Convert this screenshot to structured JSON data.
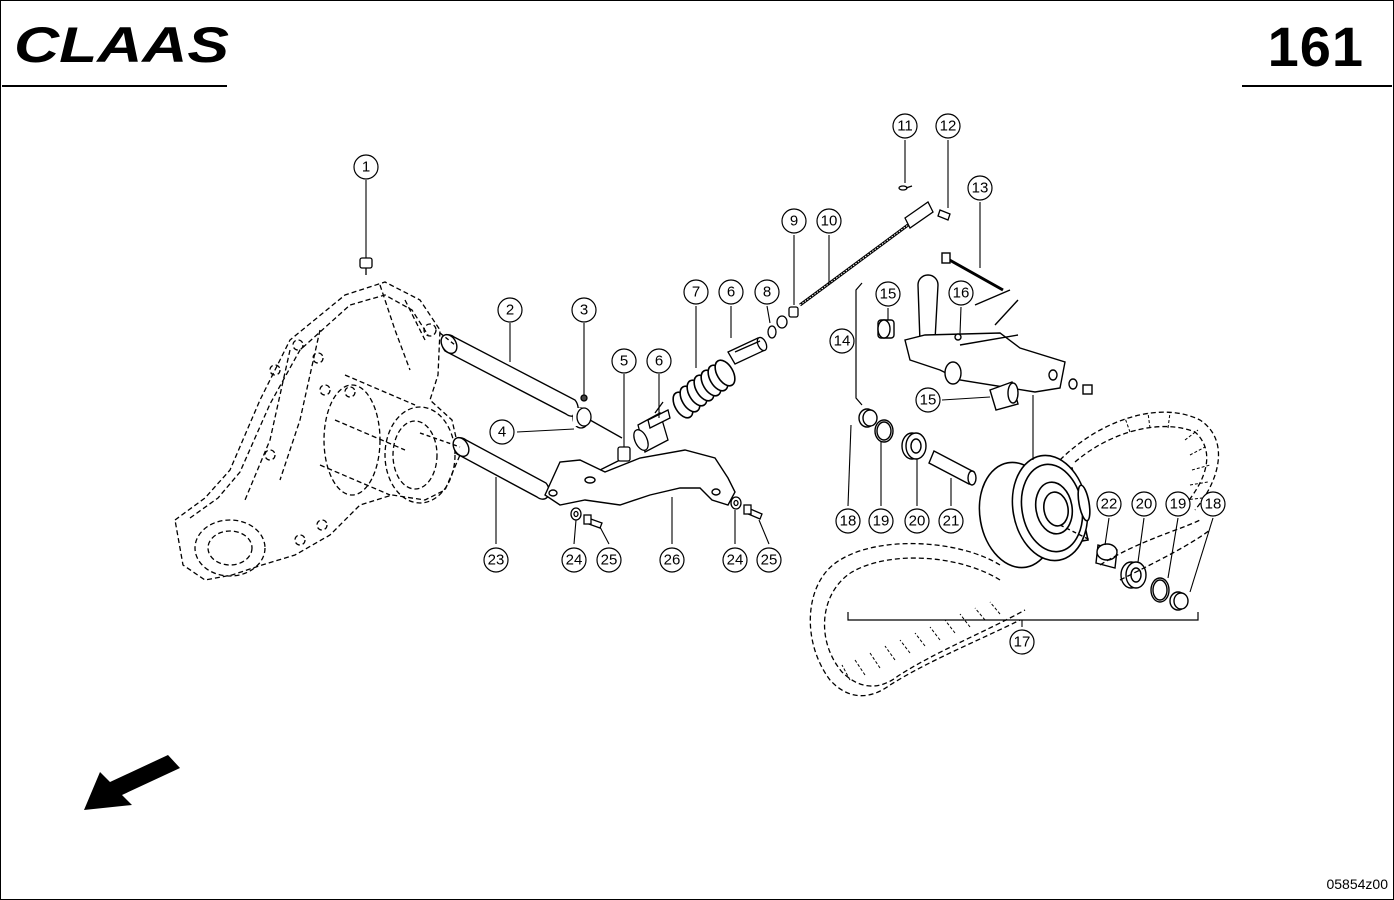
{
  "header": {
    "brand": "CLAAS",
    "page_number": "161"
  },
  "footer": {
    "drawing_code": "05854z00"
  },
  "icons": {
    "direction_arrow": "arrow-down-left-icon",
    "logo": "claas-logo-icon"
  },
  "callouts": [
    {
      "label": "1"
    },
    {
      "label": "2"
    },
    {
      "label": "3"
    },
    {
      "label": "4"
    },
    {
      "label": "5"
    },
    {
      "label": "6"
    },
    {
      "label": "6"
    },
    {
      "label": "7"
    },
    {
      "label": "8"
    },
    {
      "label": "9"
    },
    {
      "label": "10"
    },
    {
      "label": "11"
    },
    {
      "label": "12"
    },
    {
      "label": "13"
    },
    {
      "label": "14"
    },
    {
      "label": "15"
    },
    {
      "label": "15"
    },
    {
      "label": "16"
    },
    {
      "label": "17"
    },
    {
      "label": "18"
    },
    {
      "label": "19"
    },
    {
      "label": "20"
    },
    {
      "label": "21"
    },
    {
      "label": "22"
    },
    {
      "label": "20"
    },
    {
      "label": "19"
    },
    {
      "label": "18"
    },
    {
      "label": "23"
    },
    {
      "label": "24"
    },
    {
      "label": "25"
    },
    {
      "label": "26"
    },
    {
      "label": "24"
    },
    {
      "label": "25"
    }
  ]
}
